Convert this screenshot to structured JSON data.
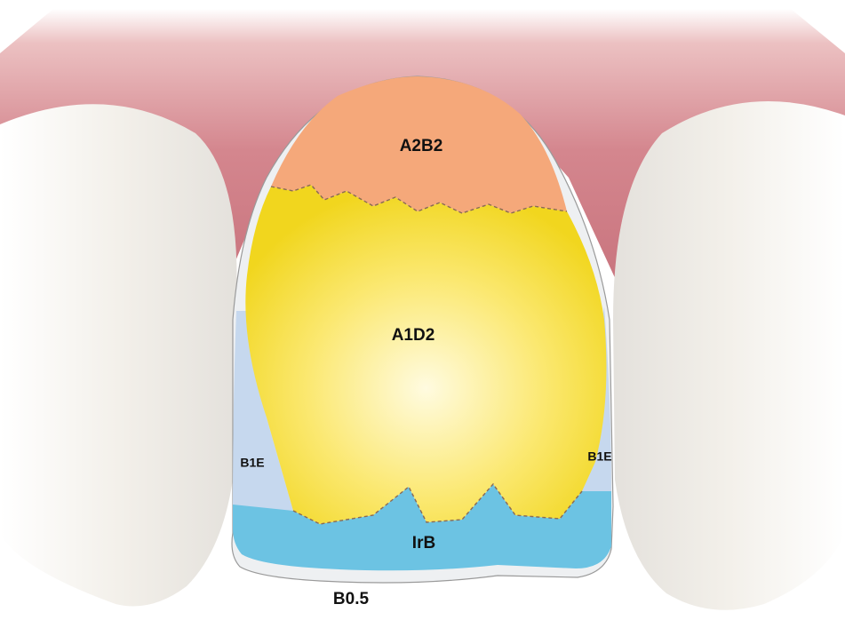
{
  "figure": {
    "labels": {
      "cervical": "A2B2",
      "body": "A1D2",
      "incisal": "IrB",
      "left_enamel": "B1E",
      "right_enamel": "B1E",
      "outer_shell": "B0.5"
    },
    "colors": {
      "background": "#ffffff",
      "gum": "#d98f97",
      "gum_dark": "#c26c78",
      "neighbor_tooth": "#f1eee8",
      "cervical_zone": "#f5a87a",
      "body_zone": "#f2dc2a",
      "body_highlight": "#fff8c8",
      "incisal_zone": "#6cc3e3",
      "enamel_zone": "#c6d8ee",
      "outer_shell": "#eef0f2",
      "label_text": "#111111"
    }
  }
}
